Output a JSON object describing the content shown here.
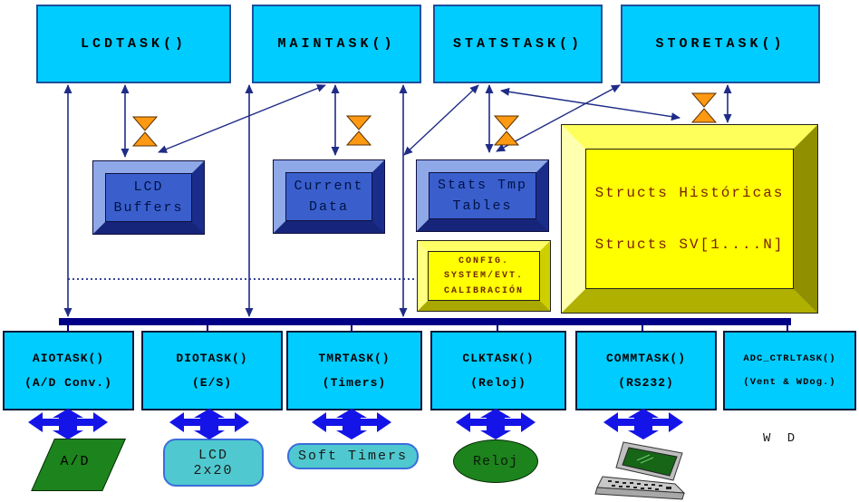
{
  "top_tasks": [
    {
      "label": "LCDTASK()"
    },
    {
      "label": "MAINTASK()"
    },
    {
      "label": "STATSTASK()"
    },
    {
      "label": "STORETASK()"
    }
  ],
  "stores": {
    "lcd_buffers": {
      "line1": "LCD",
      "line2": "Buffers"
    },
    "current_data": {
      "line1": "Current",
      "line2": "Data"
    },
    "stats_tmp": {
      "line1": "Stats Tmp",
      "line2": "Tables"
    },
    "config": {
      "line1": "CONFIG.",
      "line2": "SYSTEM/EVT.",
      "line3": "CALIBRACIÓN"
    },
    "structs": {
      "line1": "Structs Históricas",
      "line2": "Structs SV[1....N]"
    }
  },
  "bottom_tasks": [
    {
      "label": "AIOTASK()",
      "sub": "(A/D Conv.)"
    },
    {
      "label": "DIOTASK()",
      "sub": "(E/S)"
    },
    {
      "label": "TMRTASK()",
      "sub": "(Timers)"
    },
    {
      "label": "CLKTASK()",
      "sub": "(Reloj)"
    },
    {
      "label": "COMMTASK()",
      "sub": "(RS232)"
    },
    {
      "label": "ADC_CTRLTASK()",
      "sub": "(Vent & WDog.)"
    }
  ],
  "hardware": {
    "ad_label": "A/D",
    "lcd_line1": "LCD",
    "lcd_line2": "2x20",
    "soft_timers_label": "Soft Timers",
    "reloj_label": "Reloj",
    "wd_label": "W D"
  },
  "icons": {
    "semaphore": "hourglass-icon",
    "bus_link": "quad-arrow-icon",
    "serial_device": "laptop-icon"
  },
  "colors": {
    "task_box_fill": "#00CCFF",
    "data_box_fill": "#3A5FCD",
    "yellow_fill": "#FFFF00",
    "bus": "#000087",
    "arrow": "#1F2C87",
    "hourglass": "#FF9912",
    "quad_arrow": "#1414E8",
    "hw_green": "#1D831D",
    "hw_teal": "#4FC9CF"
  }
}
